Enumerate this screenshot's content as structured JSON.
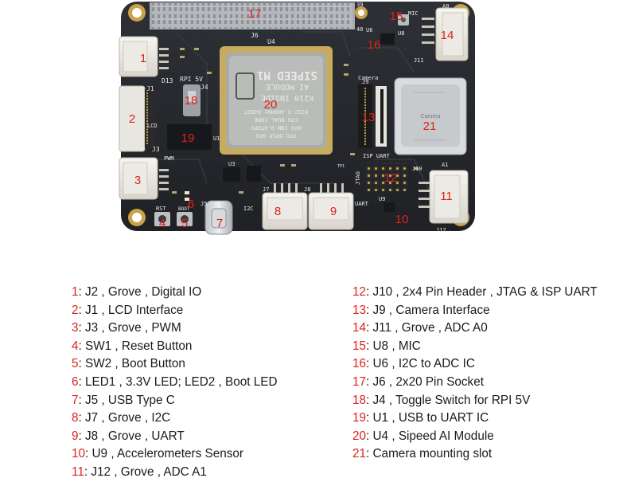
{
  "board": {
    "silk": {
      "j6": "J6",
      "u4": "U4",
      "d13": "D13",
      "rpi5v": "RPI 5V",
      "j1": "J1",
      "j4": "J4",
      "lcd": "LCD",
      "j3": "J3",
      "pwm": "PWM",
      "rst": "RST",
      "boot": "BOOT",
      "u3": "U3",
      "u1": "U1",
      "j5": "J5",
      "j7": "J7",
      "i2c": "I2C",
      "j8": "J8",
      "uart": "UART",
      "j10": "J10",
      "isp_uart": "ISP UART",
      "jtag": "JTAG",
      "j12": "J12",
      "a1": "A1",
      "a0": "A0",
      "j11": "J11",
      "j9": "J9",
      "camera_label": "Camera",
      "mic": "MIC",
      "u8": "U8",
      "u6": "U6",
      "u9": "U9",
      "pin39": "39",
      "pin40": "40",
      "tp1": "TP1",
      "mod1": "SIPEED M1",
      "mod2": "AI MODULE",
      "mod3": "K210 INSIDE",
      "mod4": "RISC-V 400MHz 64BIT",
      "mod5": "CPU DUAL CORE",
      "mod6": "KPU CNN 0.8TOPS",
      "mod7": "FPU DPSP APU",
      "camera_module": "Camera"
    },
    "callouts": [
      "1",
      "2",
      "3",
      "4",
      "5",
      "6",
      "7",
      "8",
      "9",
      "10",
      "11",
      "12",
      "13",
      "14",
      "15",
      "16",
      "17",
      "18",
      "19",
      "20",
      "21"
    ]
  },
  "legend": {
    "left": [
      {
        "num": "1",
        "text": ": J2 , Grove , Digital IO"
      },
      {
        "num": "2",
        "text": ": J1 , LCD Interface"
      },
      {
        "num": "3",
        "text": ": J3 , Grove , PWM"
      },
      {
        "num": "4",
        "text": ": SW1 , Reset Button"
      },
      {
        "num": "5",
        "text": ": SW2 , Boot Button"
      },
      {
        "num": "6",
        "text": ": LED1 , 3.3V LED; LED2 , Boot LED"
      },
      {
        "num": "7",
        "text": ": J5 , USB Type C"
      },
      {
        "num": "8",
        "text": ": J7 , Grove , I2C"
      },
      {
        "num": "9",
        "text": ": J8 , Grove , UART"
      },
      {
        "num": "10",
        "text": ": U9 , Accelerometers Sensor"
      },
      {
        "num": "11",
        "text": ": J12 , Grove , ADC A1"
      }
    ],
    "right": [
      {
        "num": "12",
        "text": ": J10 , 2x4 Pin Header , JTAG & ISP UART"
      },
      {
        "num": "13",
        "text": ": J9 , Camera Interface"
      },
      {
        "num": "14",
        "text": ": J11 , Grove , ADC A0"
      },
      {
        "num": "15",
        "text": ": U8 , MIC"
      },
      {
        "num": "16",
        "text": ": U6 , I2C to ADC IC"
      },
      {
        "num": "17",
        "text": ": J6 , 2x20 Pin Socket"
      },
      {
        "num": "18",
        "text": ": J4 , Toggle Switch for RPI 5V"
      },
      {
        "num": "19",
        "text": ": U1 , USB to UART IC"
      },
      {
        "num": "20",
        "text": ": U4 , Sipeed AI Module"
      },
      {
        "num": "21",
        "text": ": Camera mounting slot"
      }
    ]
  }
}
